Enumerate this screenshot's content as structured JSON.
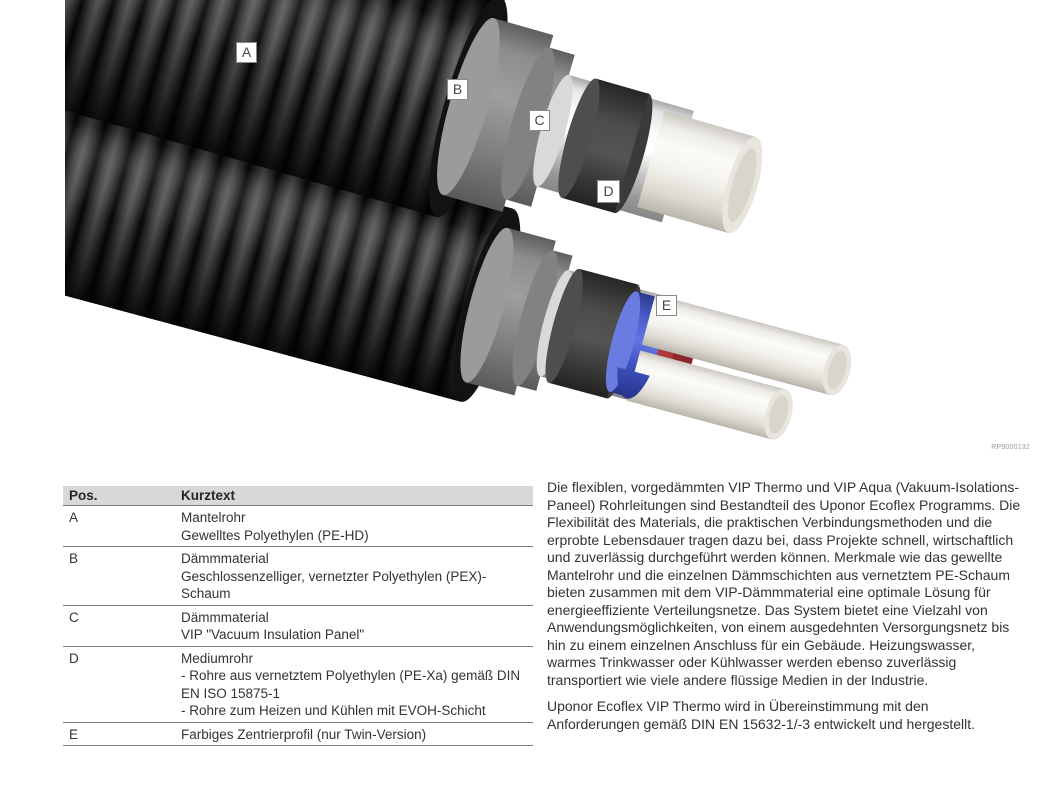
{
  "figure": {
    "code": "RP9000132",
    "markers": [
      {
        "letter": "A"
      },
      {
        "letter": "B"
      },
      {
        "letter": "C"
      },
      {
        "letter": "D"
      },
      {
        "letter": "E"
      }
    ],
    "colors": {
      "casing_jacket": "#1c1c1c",
      "foam": "#8f8f8f",
      "vip_wrap": "#d9d9d9",
      "vip_dark_ring": "#464644",
      "medium_pipe": "#f1efe9",
      "profile_blue": "#5566cf",
      "profile_red": "#a83438"
    }
  },
  "table": {
    "headers": [
      "Pos.",
      "Kurztext"
    ],
    "rows": [
      {
        "pos": "A",
        "lines": [
          "Mantelrohr",
          "Gewelltes Polyethylen (PE-HD)",
          ""
        ]
      },
      {
        "pos": "B",
        "lines": [
          "Dämmmaterial",
          "Geschlossenzelliger, vernetzter Polyethylen (PEX)-Schaum",
          ""
        ]
      },
      {
        "pos": "C",
        "lines": [
          "Dämmmaterial",
          "VIP \"Vacuum Insulation Panel\"",
          ""
        ]
      },
      {
        "pos": "D",
        "lines": [
          "Mediumrohr",
          "- Rohre aus vernetztem Polyethylen (PE-Xa) gemäß DIN EN ISO 15875-1",
          "- Rohre zum Heizen und Kühlen mit EVOH-Schicht"
        ]
      },
      {
        "pos": "E",
        "lines": [
          "Farbiges Zentrierprofil (nur Twin-Version)",
          "",
          ""
        ]
      }
    ]
  },
  "description": {
    "paragraphs": [
      "Die flexiblen, vorgedämmten VIP Thermo und VIP Aqua (Vakuum-Isolations-Paneel) Rohrleitungen sind Bestandteil des Uponor Ecoflex Programms. Die Flexibilität des Materials, die praktischen Verbindungsmethoden und die erprobte Lebensdauer tragen dazu bei, dass Projekte schnell, wirtschaftlich und zuverlässig durchgeführt werden können. Merkmale wie das gewellte Mantelrohr und die einzelnen Dämmschichten aus vernetztem PE-Schaum bieten zusammen mit dem VIP-Dämmmaterial eine optimale Lösung für energieeffiziente Verteilungsnetze. Das System bietet eine Vielzahl von Anwendungsmöglichkeiten, von einem ausgedehnten Versorgungsnetz bis hin zu einem einzelnen Anschluss für ein Gebäude. Heizungswasser, warmes Trinkwasser oder Kühlwasser werden ebenso zuverlässig transportiert wie viele andere flüssige Medien in der Industrie.",
      "Uponor Ecoflex VIP Thermo wird in Übereinstimmung mit den Anforderungen gemäß DIN EN 15632-1/-3 entwickelt und hergestellt."
    ]
  }
}
